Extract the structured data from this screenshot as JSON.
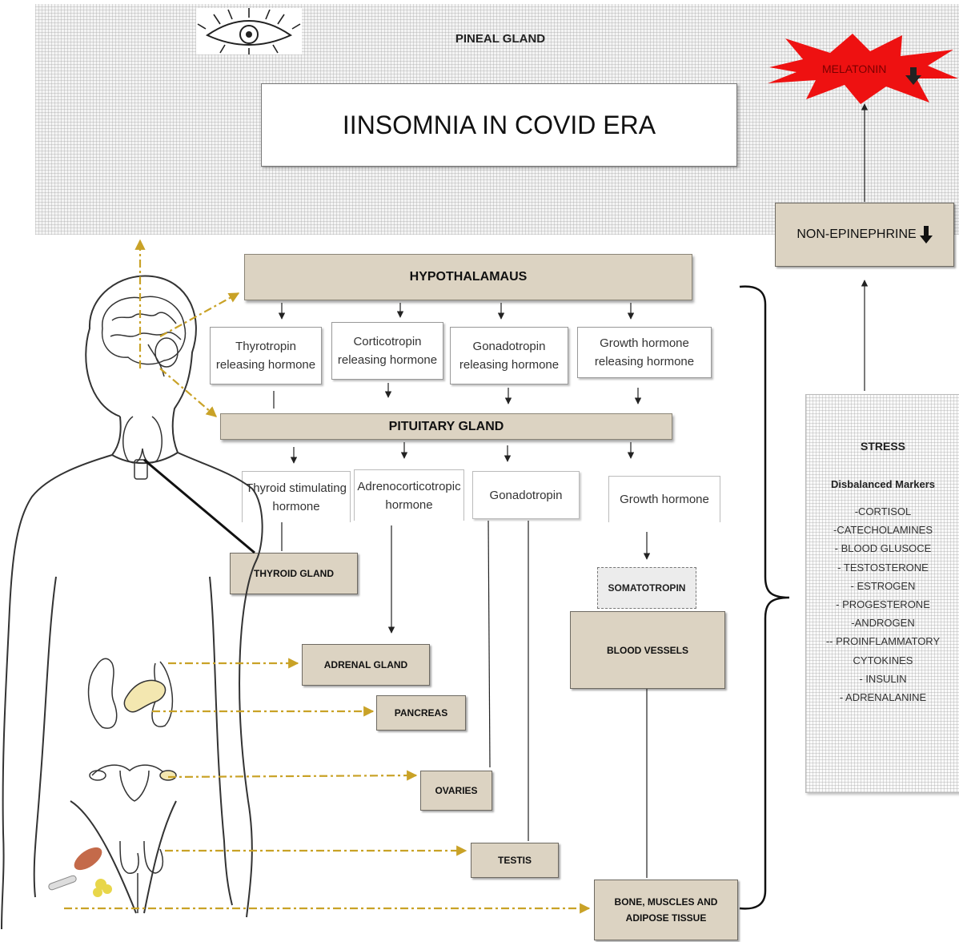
{
  "header": {
    "pineal_label": "PINEAL GLAND",
    "title": "IINSOMNIA IN COVID ERA",
    "melatonin_label": "MELATONIN",
    "norepinephrine_label": "NON-EPINEPHRINE"
  },
  "hypothalamus": {
    "label": "HYPOTHALAMAUS",
    "releasing_hormones": [
      "Thyrotropin releasing hormone",
      "Corticotropin releasing hormone",
      "Gonadotropin releasing hormone",
      "Growth hormone releasing hormone"
    ]
  },
  "pituitary": {
    "label": "PITUITARY GLAND",
    "hormones": [
      "Thyroid stimulating hormone",
      "Adrenocorticotropic hormone",
      "Gonadotropin",
      "Growth hormone"
    ]
  },
  "targets": {
    "thyroid": "THYROID GLAND",
    "adrenal": "ADRENAL GLAND",
    "pancreas": "PANCREAS",
    "ovaries": "OVARIES",
    "testis": "TESTIS",
    "somatotropin": "SOMATOTROPIN",
    "blood_vessels": "BLOOD VESSELS",
    "bone": "BONE, MUSCLES AND ADIPOSE TISSUE"
  },
  "stress": {
    "title": "STRESS",
    "subtitle": "Disbalanced Markers",
    "markers": [
      "-CORTISOL",
      "-CATECHOLAMINES",
      "- BLOOD GLUSOCE",
      "- TESTOSTERONE",
      "- ESTROGEN",
      "- PROGESTERONE",
      "-ANDROGEN",
      "-- PROINFLAMMATORY",
      "CYTOKINES",
      "- INSULIN",
      "-  ADRENALANINE"
    ]
  },
  "colors": {
    "tan": "#dcd3c2",
    "arrow_gold": "#c9a227",
    "starburst": "#ee1111",
    "line": "#222222"
  }
}
